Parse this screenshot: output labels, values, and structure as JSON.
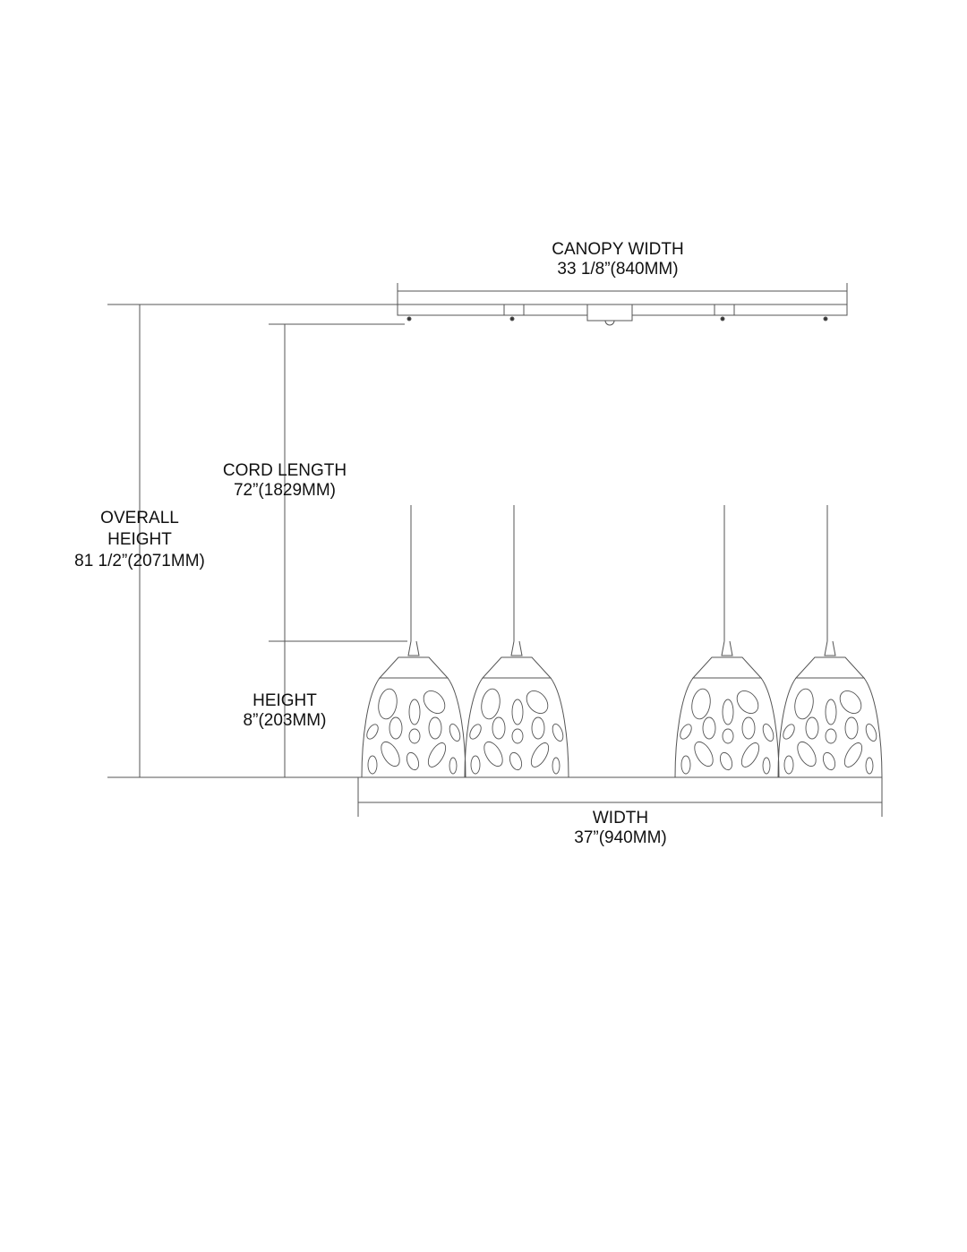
{
  "labels": {
    "canopy_width": {
      "title": "CANOPY WIDTH",
      "value": "33 1/8”(840MM)"
    },
    "cord_length": {
      "title": "CORD LENGTH",
      "value": "72”(1829MM)"
    },
    "overall_height": {
      "title1": "OVERALL",
      "title2": "HEIGHT",
      "value": "81 1/2”(2071MM)"
    },
    "height": {
      "title": "HEIGHT",
      "value": "8”(203MM)"
    },
    "width": {
      "title": "WIDTH",
      "value": "37”(940MM)"
    }
  },
  "pendant_count": 4,
  "line_color": "#555555"
}
